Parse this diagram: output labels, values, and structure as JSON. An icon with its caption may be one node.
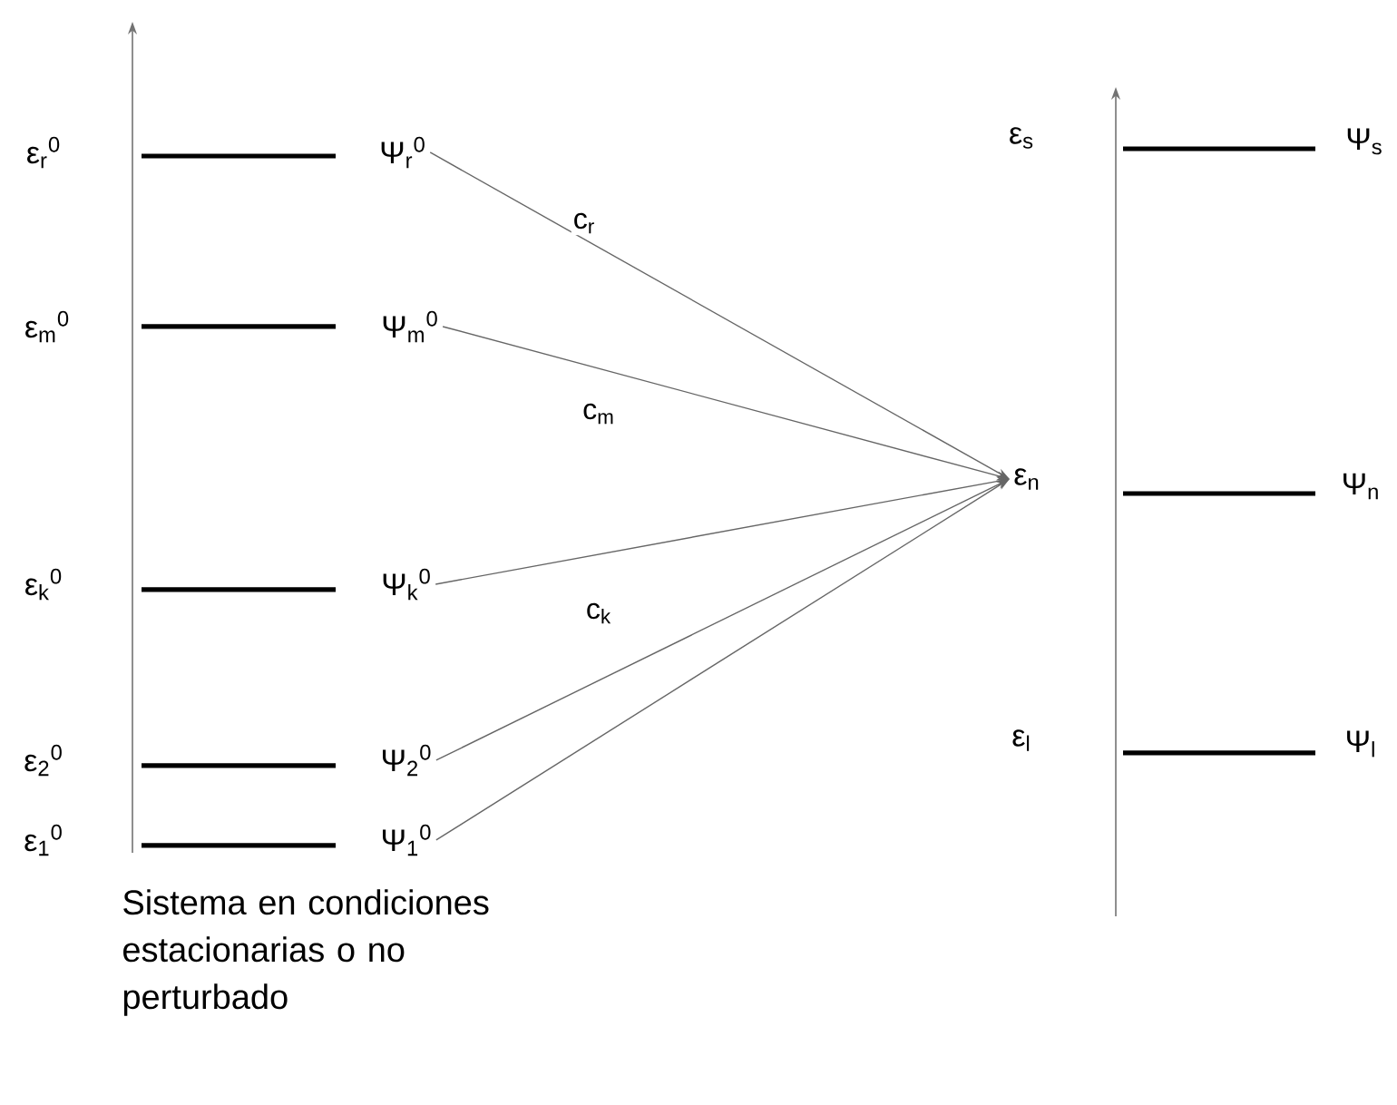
{
  "diagram": {
    "nodes": [
      {
        "text": [
          "Ψ$_{r}$$^{0}$"
        ]
      },
      {
        "text": [
          "Ψ$_{m}$$^{0}$"
        ]
      },
      {
        "text": [
          "Ψ$_{k}$$^{0}$"
        ]
      },
      {
        "text": [
          "Ψ$_{2}$$^{0}$"
        ]
      },
      {
        "text": [
          "Ψ$_{1}$$^{0}$"
        ]
      },
      {
        "text": [
          "ε$_{n}$"
        ]
      }
    ],
    "edges": [
      {
        "from": 0,
        "to": 5,
        "arrow": "to",
        "label": "c$_{r}$"
      },
      {
        "from": 1,
        "to": 5,
        "arrow": "to",
        "label": "c$_{m}$"
      },
      {
        "from": 2,
        "to": 5,
        "arrow": "to",
        "label": "c$_{k}$"
      },
      {
        "from": 3,
        "to": 5,
        "arrow": "to"
      },
      {
        "from": 4,
        "to": 5,
        "arrow": "to"
      }
    ],
    "labels": [
      "ε$_{r}$$^{0}$",
      "ε$_{m}$$^{0}$",
      "ε$_{k}$$^{0}$",
      "ε$_{2}$$^{0}$",
      "ε$_{1}$$^{0}$",
      "ε$_{s}$",
      "Ψ$_{s}$",
      "Ψ$_{n}$",
      "ε$_{l}$",
      "Ψ$_{l}$",
      "Sistema en condiciones estacionarias o no perturbado"
    ]
  }
}
